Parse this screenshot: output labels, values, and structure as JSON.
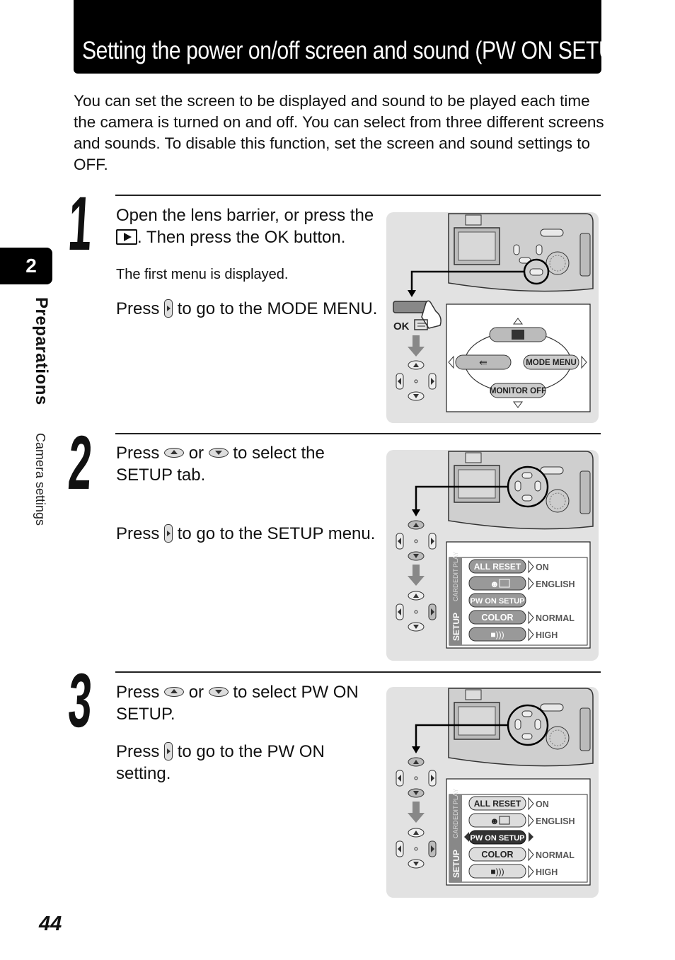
{
  "title": "Setting the power on/off screen and sound (PW ON SETUP)",
  "intro": "You can set the screen to be displayed and sound to be played each time the camera is turned on and off. You can select from three different screens and sounds. To disable this function, set the screen and sound settings to OFF.",
  "sidebar": {
    "chapter_number": "2",
    "chapter_title": "Preparations",
    "section_title": "Camera settings"
  },
  "steps": [
    {
      "number": "1",
      "a_before": "Open the lens barrier, or press the",
      "a_after": ". Then press the OK button.",
      "note": "The first menu is displayed.",
      "b_before": "Press",
      "b_after": "to go to the MODE MENU."
    },
    {
      "number": "2",
      "a_before": "Press",
      "a_or": "or",
      "a_after": "to select the SETUP tab.",
      "b_before": "Press",
      "b_after": "to go to the SETUP menu."
    },
    {
      "number": "3",
      "a_before": "Press",
      "a_or": "or",
      "a_after": "to select PW ON SETUP.",
      "b_before": "Press",
      "b_after": "to go to the PW ON setting."
    }
  ],
  "panel1": {
    "ok_label": "OK",
    "mode_menu": "MODE MENU",
    "monitor_off": "MONITOR OFF"
  },
  "menu": {
    "tabs": [
      "SETUP",
      "CARD",
      "EDIT",
      "PLAY"
    ],
    "rows": [
      {
        "label": "ALL RESET",
        "value": "ON"
      },
      {
        "label": "",
        "value": "ENGLISH"
      },
      {
        "label": "PW ON SETUP",
        "value": ""
      },
      {
        "label": "COLOR",
        "value": "NORMAL"
      },
      {
        "label": "",
        "value": "HIGH"
      }
    ]
  },
  "page_number": "44"
}
